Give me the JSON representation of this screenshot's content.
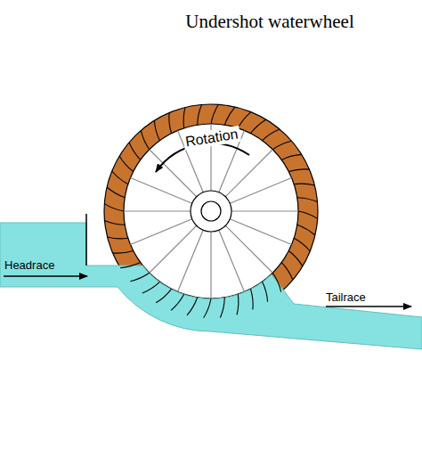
{
  "diagram": {
    "title": "Undershot waterwheel",
    "labels": [
      "Rotation",
      "Headrace",
      "Tailrace"
    ]
  }
}
